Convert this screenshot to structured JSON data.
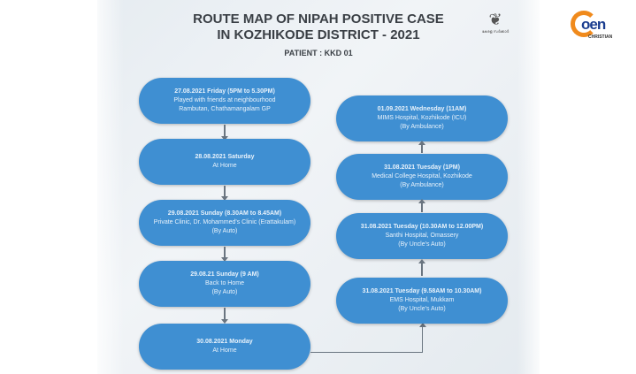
{
  "header": {
    "title_line1": "ROUTE MAP OF NIPAH POSITIVE CASE",
    "title_line2": "IN KOZHIKODE DISTRICT - 2021",
    "patient": "PATIENT : KKD 01"
  },
  "emblem": {
    "symbol": "❦",
    "caption": "കേരള സർക്കാർ"
  },
  "logo": {
    "mark": "oen",
    "caption": "CHRISTIAN"
  },
  "left": [
    {
      "date": "27.08.2021 Friday (5PM to 5.30PM)",
      "place": "Played with friends at neighbourhood",
      "mode": "Rambutan, Chathamangalam GP"
    },
    {
      "date": "28.08.2021 Saturday",
      "place": "At Home",
      "mode": ""
    },
    {
      "date": "29.08.2021 Sunday (8.30AM to 8.45AM)",
      "place": "Private Clinic, Dr. Mohammed's Clinic (Erattakulam)",
      "mode": "(By Auto)"
    },
    {
      "date": "29.08.21 Sunday (9 AM)",
      "place": "Back to Home",
      "mode": "(By Auto)"
    },
    {
      "date": "30.08.2021 Monday",
      "place": "At Home",
      "mode": ""
    }
  ],
  "right": [
    {
      "date": "01.09.2021 Wednesday (11AM)",
      "place": "MIMS Hospital, Kozhikode (ICU)",
      "mode": "(By Ambulance)"
    },
    {
      "date": "31.08.2021 Tuesday (1PM)",
      "place": "Medical College Hospital, Kozhikode",
      "mode": "(By Ambulance)"
    },
    {
      "date": "31.08.2021 Tuesday (10.30AM to 12.00PM)",
      "place": "Santhi Hospital, Omassery",
      "mode": "(By Uncle's Auto)"
    },
    {
      "date": "31.08.2021 Tuesday (9.58AM to 10.30AM)",
      "place": "EMS Hospital, Mukkam",
      "mode": "(By Uncle's Auto)"
    }
  ]
}
